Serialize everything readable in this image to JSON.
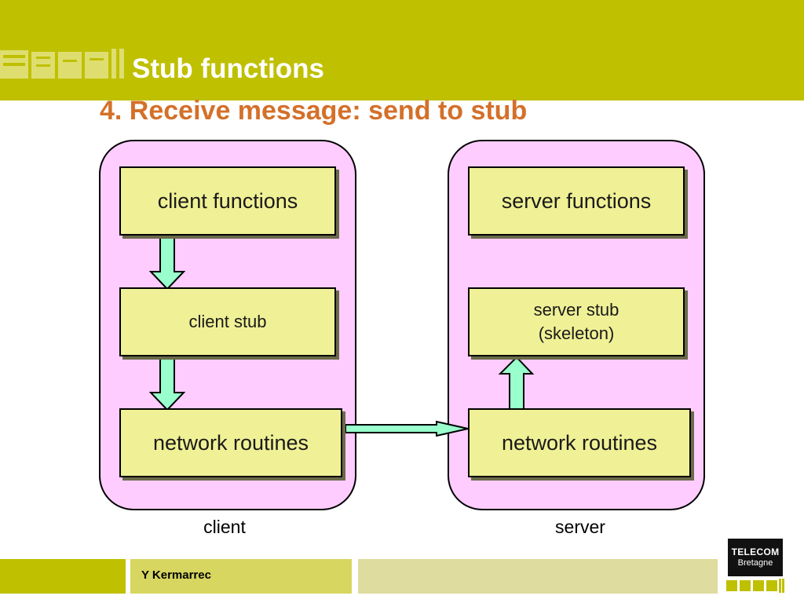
{
  "slide": {
    "title": "Stub functions",
    "subtitle": "4. Receive message: send to stub"
  },
  "client_panel": {
    "label": "client",
    "functions_box": "client functions",
    "stub_box": "client stub",
    "network_box": "network routines"
  },
  "server_panel": {
    "label": "server",
    "functions_box": "server functions",
    "stub_box_line1": "server stub",
    "stub_box_line2": "(skeleton)",
    "network_box": "network routines"
  },
  "footer": {
    "author": "Y Kermarrec",
    "brand_line1": "TELECOM",
    "brand_line2": "Bretagne"
  },
  "colors": {
    "header": "#bfc000",
    "subtitle": "#d4702a",
    "panel_fill": "#ffccff",
    "box_fill": "#f0f096",
    "arrow_fill": "#99ffcc"
  }
}
